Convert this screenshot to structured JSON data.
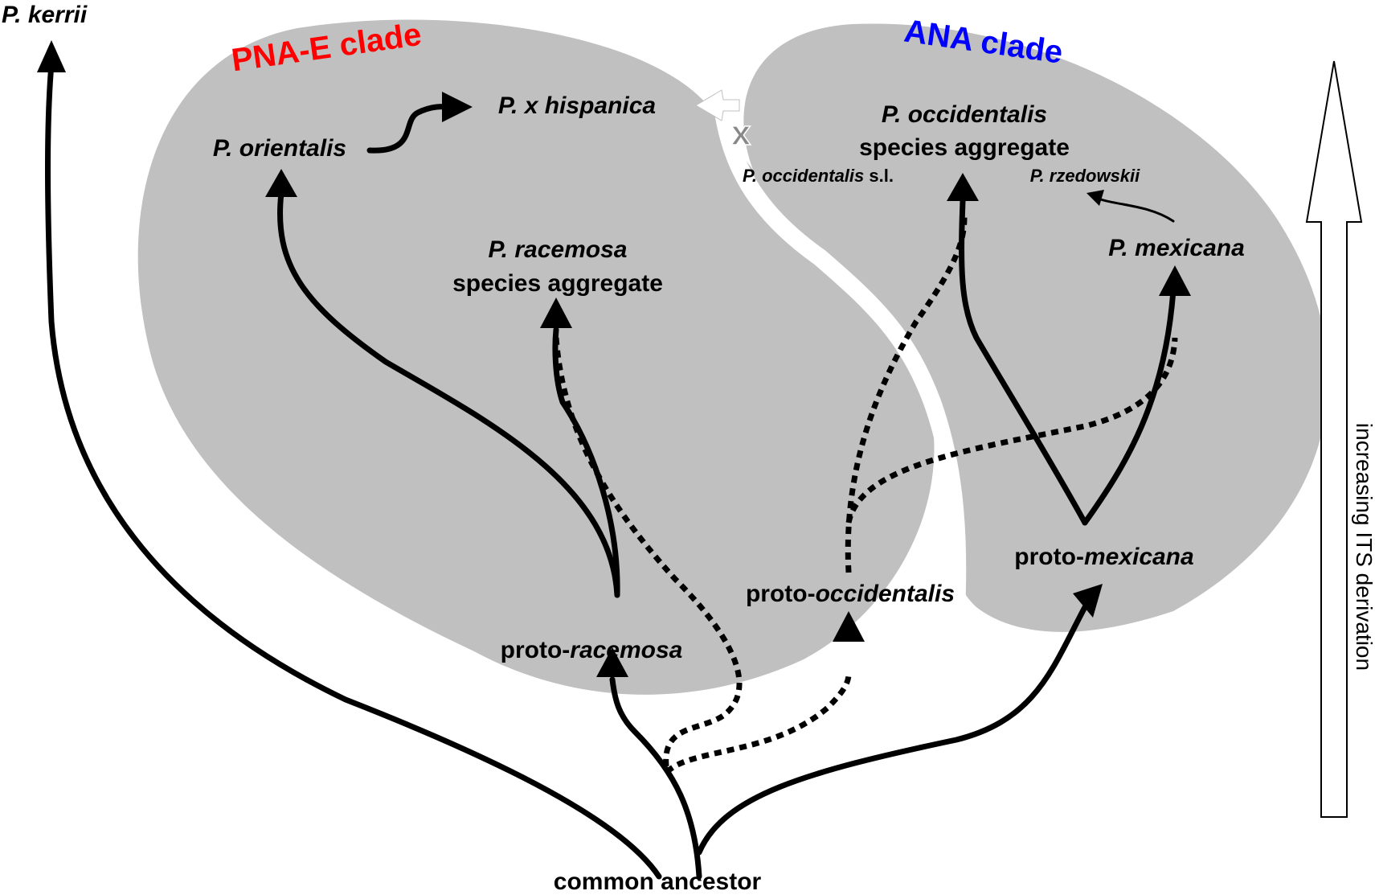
{
  "outgroup": {
    "label": "P. kerrii"
  },
  "clades": [
    {
      "name": "PNA-E clade",
      "color": "#ff0000"
    },
    {
      "name": "ANA clade",
      "color": "#0000ff"
    }
  ],
  "taxa": {
    "hispanica": "P. x hispanica",
    "orientalis": "P. orientalis",
    "racemosa_1": "P. racemosa",
    "racemosa_2": "species aggregate",
    "occidentalis_1": "P. occidentalis",
    "occidentalis_2": "species aggregate",
    "occidentalis_sl_name": "P. occidentalis",
    "occidentalis_sl_suffix": " s.l.",
    "rzedowskii": "P. rzedowskii",
    "mexicana": "P. mexicana"
  },
  "proto": {
    "prefix": "proto-",
    "racemosa": "racemosa",
    "occidentalis": "occidentalis",
    "mexicana": "mexicana"
  },
  "root": {
    "label": "common ancestor"
  },
  "hybrid_marker": "x",
  "axis": {
    "label": "increasing ITS derivation"
  },
  "colors": {
    "clade_fill": "#c0c0c0",
    "hybrid_arrow": "#ffffff",
    "hybrid_marker": "#888888"
  }
}
